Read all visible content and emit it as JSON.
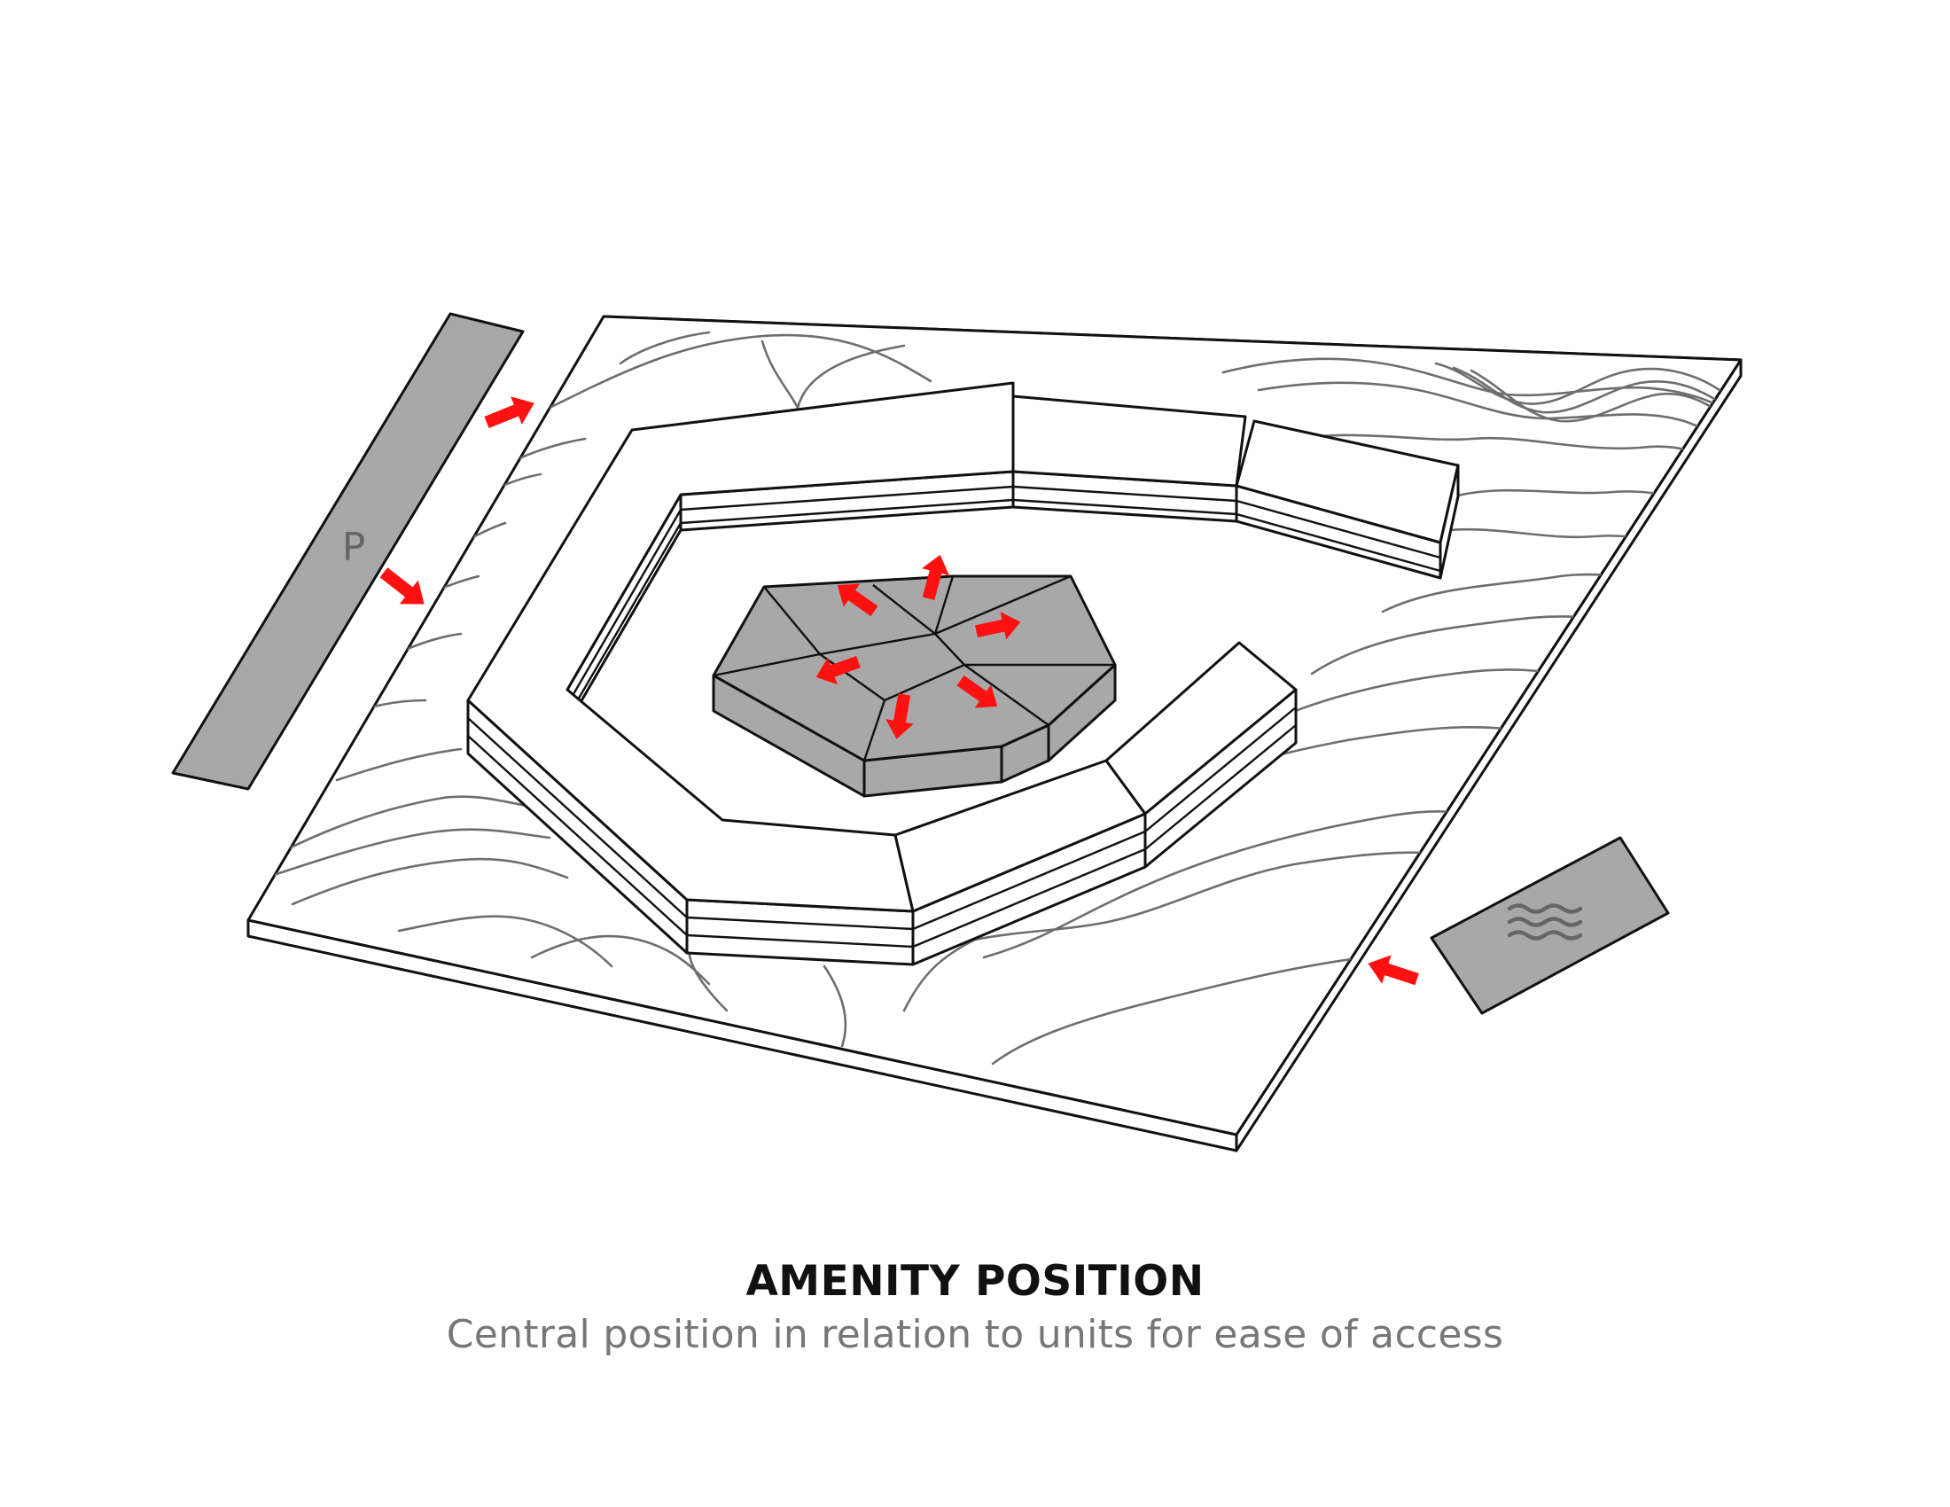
{
  "diagram": {
    "title": "AMENITY POSITION",
    "subtitle": "Central position in relation to units for ease of access",
    "parking_label": "P",
    "water_icon": "water-waves-icon",
    "colors": {
      "arrow": "#ff1111",
      "amenity_fill": "#a8a8a8",
      "parking_fill": "#a8a8a8",
      "water_fill": "#a8a8a8",
      "contour": "#6e6e6e",
      "outline": "#111111"
    }
  }
}
